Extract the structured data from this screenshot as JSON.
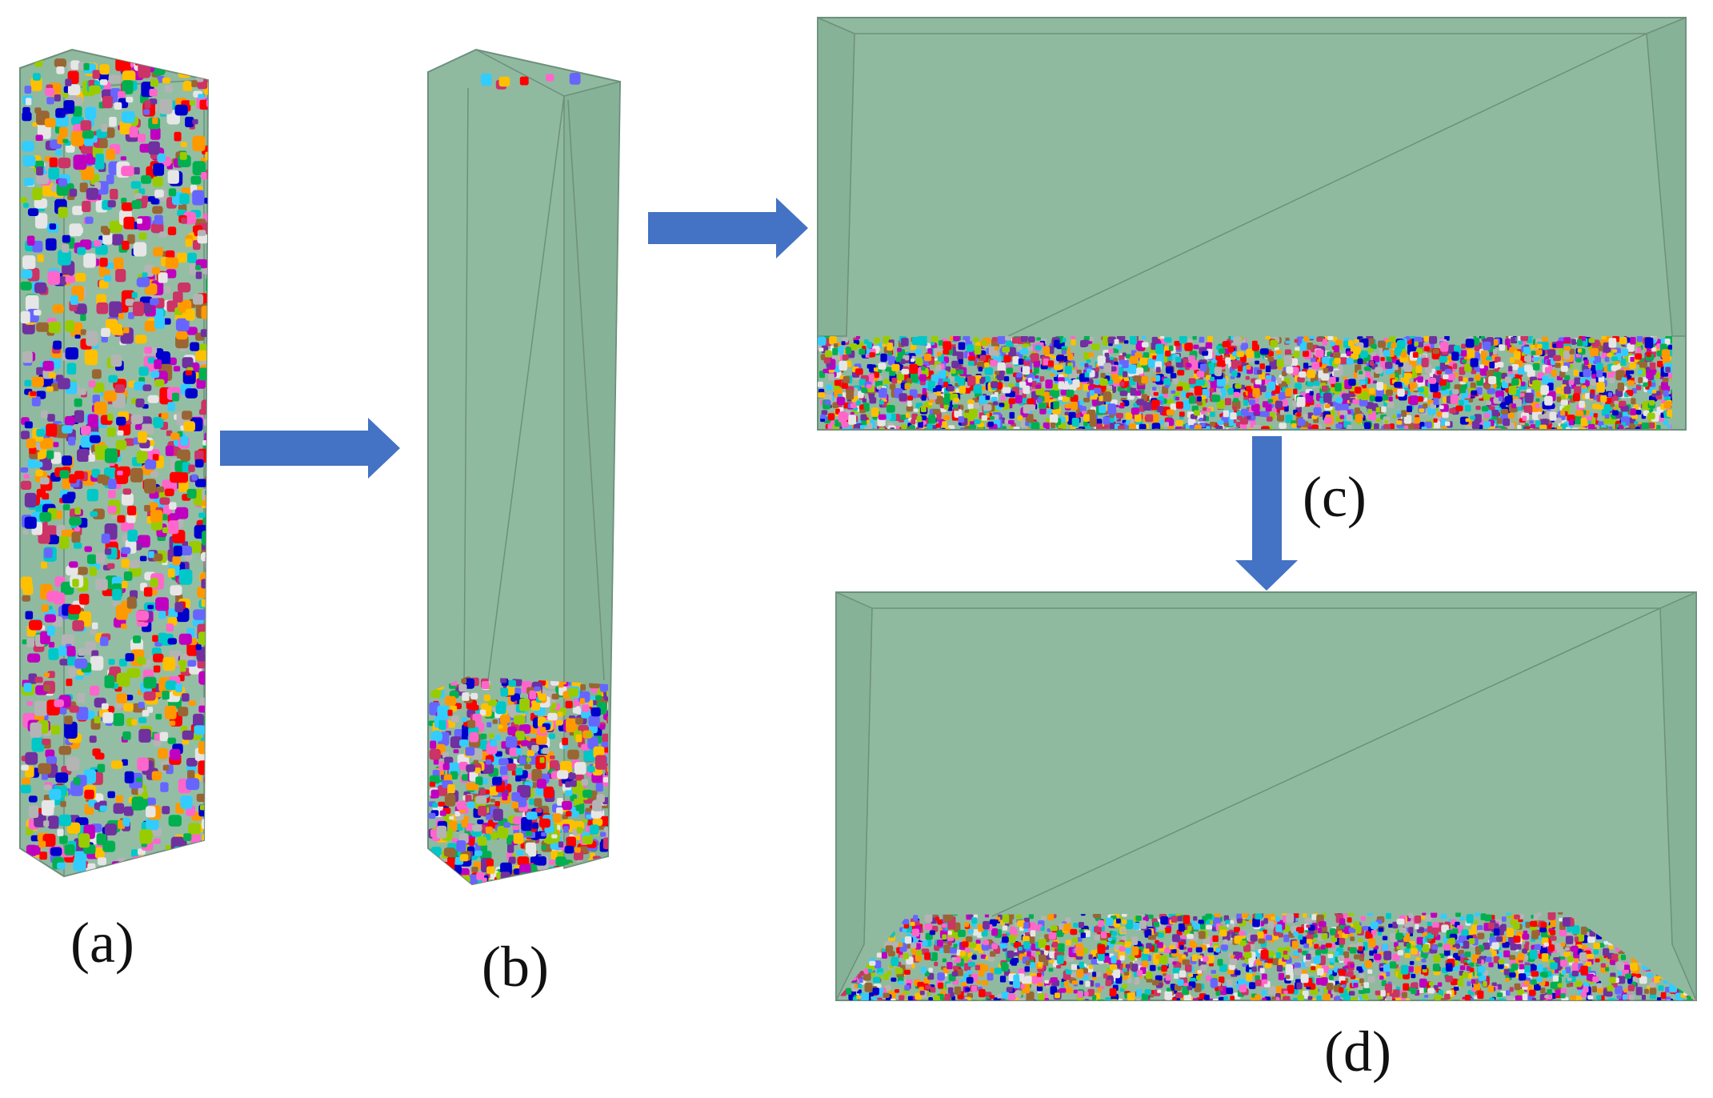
{
  "labels": {
    "a": "(a)",
    "b": "(b)",
    "c": "(c)",
    "d": "(d)"
  },
  "colors": {
    "box_fill": "#8fbaa0",
    "box_face_dark": "#7fa68f",
    "box_edge": "#6e8f7c",
    "arrow": "#4472c4",
    "particle_palette": [
      "#7030a0",
      "#c000c0",
      "#e6e6e6",
      "#00b050",
      "#00c8c8",
      "#ff0000",
      "#ffc000",
      "#0000cc",
      "#ff66cc",
      "#33ccff",
      "#99cc00",
      "#996633",
      "#ff9900",
      "#6666ff",
      "#cc3366",
      "#b4b4b4"
    ]
  },
  "panels": [
    {
      "id": "a",
      "description_name": "tall-column-loose-particles"
    },
    {
      "id": "b",
      "description_name": "tall-column-settled-particles"
    },
    {
      "id": "c",
      "description_name": "wide-box-flat-particle-layer"
    },
    {
      "id": "d",
      "description_name": "wide-box-spread-particle-layer"
    }
  ]
}
